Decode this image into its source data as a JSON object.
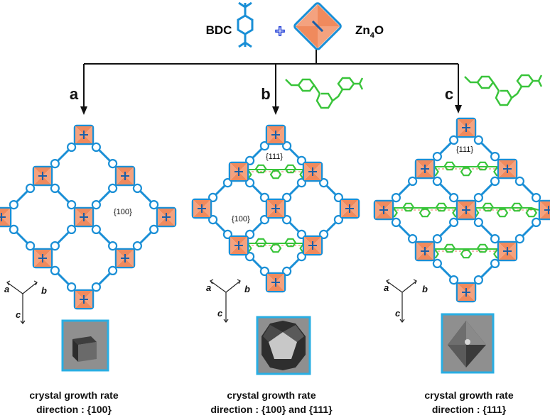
{
  "header": {
    "linker_label": "BDC",
    "plus_symbol": "+",
    "node_label_main": "Zn",
    "node_label_sub": "4",
    "node_label_tail": "O"
  },
  "panels": [
    {
      "letter": "a",
      "facets": [
        "{100}"
      ],
      "axes": {
        "a": "a",
        "b": "b",
        "c": "c"
      },
      "caption_line1": "crystal growth rate",
      "caption_line2": "direction : {100}"
    },
    {
      "letter": "b",
      "facets": [
        "{111}",
        "{100}"
      ],
      "axes": {
        "a": "a",
        "b": "b",
        "c": "c"
      },
      "caption_line1": "crystal growth rate",
      "caption_line2": "direction : {100} and {111}"
    },
    {
      "letter": "c",
      "facets": [
        "{111}"
      ],
      "axes": {
        "a": "a",
        "b": "b",
        "c": "c"
      },
      "caption_line1": "crystal growth rate",
      "caption_line2": "direction : {111}"
    }
  ],
  "colors": {
    "linker": "#1a8fd6",
    "node": "#f08a5d",
    "modulator": "#39c43a",
    "frame": "#29aee3",
    "dashed": "#e8775a"
  },
  "icons": {
    "plus": "plus-icon",
    "bdc": "bdc-linker-icon",
    "zn4o": "zn4o-cluster-icon",
    "modulator": "modulator-molecule-icon"
  }
}
